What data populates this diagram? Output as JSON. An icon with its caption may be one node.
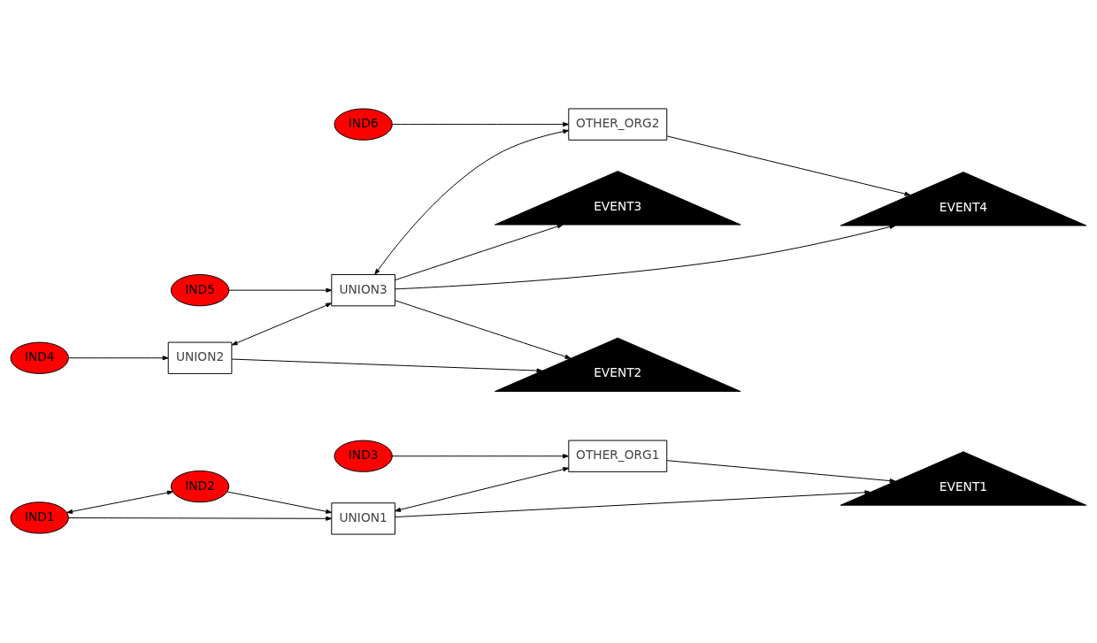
{
  "diagram": {
    "nodes": [
      {
        "text": [
          "IND1"
        ]
      },
      {
        "text": [
          "IND2"
        ]
      },
      {
        "text": [
          "IND3"
        ]
      },
      {
        "text": [
          "IND4"
        ]
      },
      {
        "text": [
          "IND5"
        ]
      },
      {
        "text": [
          "IND6"
        ]
      },
      {
        "text": [
          "UNION1"
        ]
      },
      {
        "text": [
          "OTHER_ORG1"
        ]
      },
      {
        "text": [
          "UNION2"
        ]
      },
      {
        "text": [
          "UNION3"
        ]
      },
      {
        "text": [
          "OTHER_ORG2"
        ]
      },
      {
        "text": [
          "EVENT1"
        ]
      },
      {
        "text": [
          "EVENT2"
        ]
      },
      {
        "text": [
          "EVENT3"
        ]
      },
      {
        "text": [
          "EVENT4"
        ]
      }
    ],
    "edges": [
      {
        "from": 0,
        "to": 1,
        "arrow": "both"
      },
      {
        "from": 0,
        "to": 6,
        "arrow": "to"
      },
      {
        "from": 1,
        "to": 6,
        "arrow": "to"
      },
      {
        "from": 6,
        "to": 11,
        "arrow": "to"
      },
      {
        "from": 6,
        "to": 7,
        "arrow": "both"
      },
      {
        "from": 7,
        "to": 11,
        "arrow": "to"
      },
      {
        "from": 2,
        "to": 7,
        "arrow": "to"
      },
      {
        "from": 8,
        "to": 12,
        "arrow": "to"
      },
      {
        "from": 3,
        "to": 8,
        "arrow": "to"
      },
      {
        "from": 8,
        "to": 9,
        "arrow": "both"
      },
      {
        "from": 9,
        "to": 12,
        "arrow": "to"
      },
      {
        "from": 9,
        "to": 13,
        "arrow": "to"
      },
      {
        "from": 4,
        "to": 9,
        "arrow": "to"
      },
      {
        "from": 9,
        "to": 14,
        "arrow": "to"
      },
      {
        "from": 9,
        "to": 10,
        "arrow": "both"
      },
      {
        "from": 5,
        "to": 10,
        "arrow": "to"
      },
      {
        "from": 10,
        "to": 14,
        "arrow": "to"
      }
    ]
  }
}
